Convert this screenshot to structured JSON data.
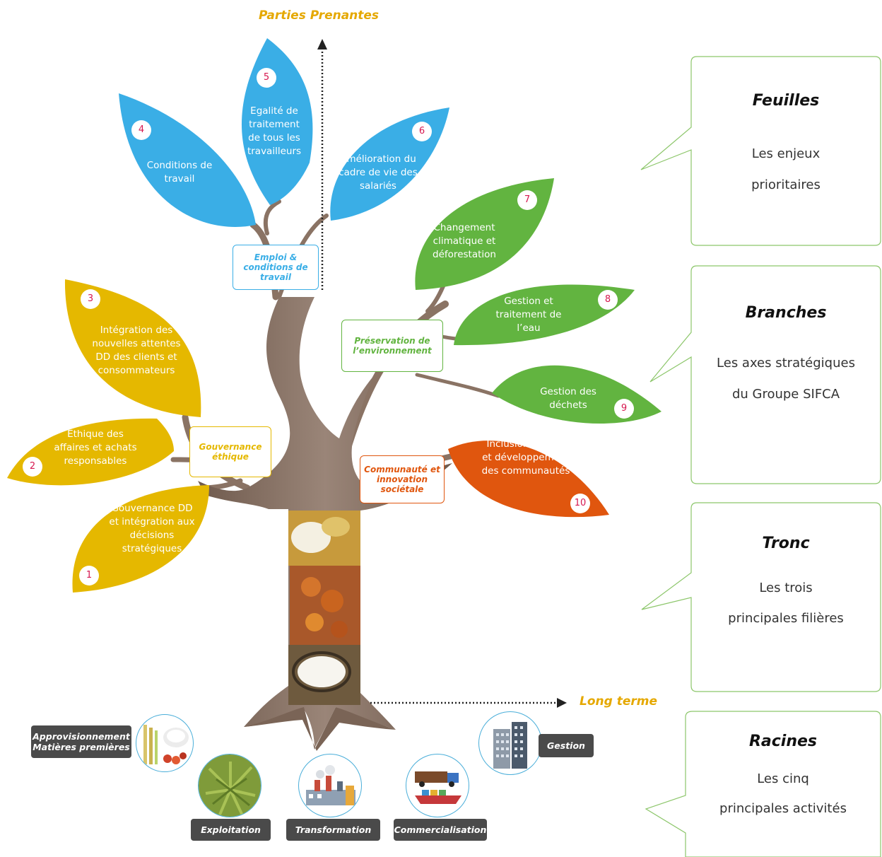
{
  "axis": {
    "vertical_label": "Parties Prenantes",
    "horizontal_label": "Long terme"
  },
  "leaves": [
    {
      "num": "1",
      "text": "Gouvernance DD et intégration aux décisions stratégiques",
      "color": "#e5b800"
    },
    {
      "num": "2",
      "text": "Ethique des affaires et achats responsables",
      "color": "#e5b800"
    },
    {
      "num": "3",
      "text": "Intégration des nouvelles attentes DD des clients et consommateurs",
      "color": "#e5b800"
    },
    {
      "num": "4",
      "text": "Conditions de travail",
      "color": "#3aaee6"
    },
    {
      "num": "5",
      "text": "Egalité de traitement de tous les travailleurs",
      "color": "#3aaee6"
    },
    {
      "num": "6",
      "text": "Amélioration du cadre de vie des salariés",
      "color": "#3aaee6"
    },
    {
      "num": "7",
      "text": "Changement climatique et déforestation",
      "color": "#62b440"
    },
    {
      "num": "8",
      "text": "Gestion et traitement de l’eau",
      "color": "#62b440"
    },
    {
      "num": "9",
      "text": "Gestion des déchets",
      "color": "#62b440"
    },
    {
      "num": "10",
      "text": "Inclusion sociale et développement des communautés",
      "color": "#e0560e"
    }
  ],
  "branches": {
    "emploi": {
      "text": "Emploi & conditions de travail",
      "color": "#3aaee6"
    },
    "environnement": {
      "text": "Préservation de l’environnement",
      "color": "#62b440"
    },
    "gouvernance": {
      "text": "Gouvernance éthique",
      "color": "#e5b800"
    },
    "communaute": {
      "text": "Communauté et innovation sociétale",
      "color": "#e0560e"
    }
  },
  "callouts": [
    {
      "title": "Feuilles",
      "line1": "Les enjeux",
      "line2": "prioritaires"
    },
    {
      "title": "Branches",
      "line1": "Les axes stratégiques",
      "line2": "du Groupe SIFCA"
    },
    {
      "title": "Tronc",
      "line1": "Les trois",
      "line2": "principales filières"
    },
    {
      "title": "Racines",
      "line1": "Les cinq",
      "line2": "principales activités"
    }
  ],
  "roots": [
    {
      "label": "Approvisionnement Matières premières",
      "icon": "raw-materials-icon"
    },
    {
      "label": "Exploitation",
      "icon": "plantation-icon"
    },
    {
      "label": "Transformation",
      "icon": "factory-icon"
    },
    {
      "label": "Commercialisation",
      "icon": "truck-ship-icon"
    },
    {
      "label": "Gestion",
      "icon": "building-icon"
    }
  ],
  "colors": {
    "trunk": "#8a7364",
    "callout_border": "#8cc66a",
    "root_circle_border": "#4aaed9",
    "root_label_bg": "#4a4a4a"
  }
}
